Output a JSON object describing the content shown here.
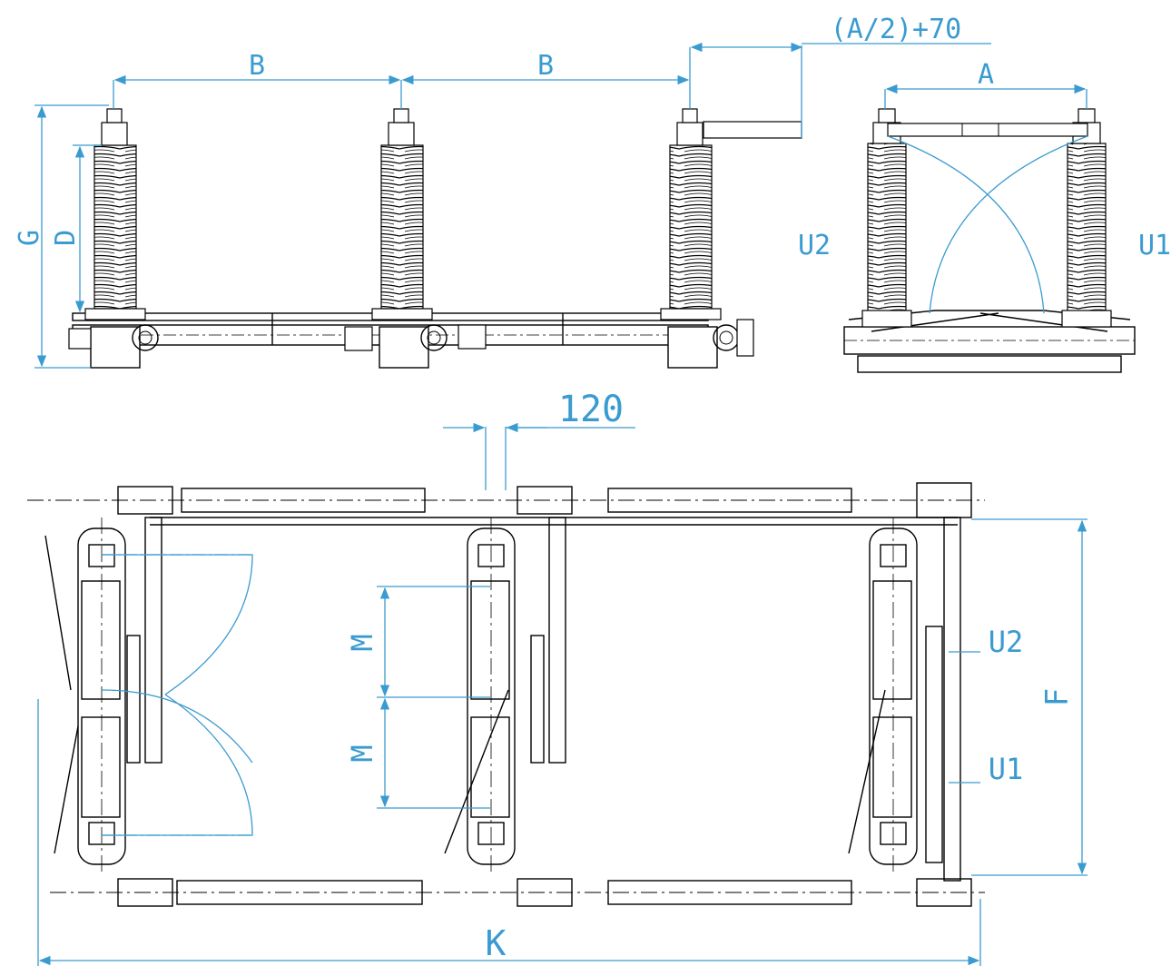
{
  "colors": {
    "structure": "#000000",
    "dimension": "#3a9bd0",
    "background": "#ffffff"
  },
  "side_view": {
    "dim_b_left": "B",
    "dim_b_right": "B",
    "dim_offset": "(A/2)+70",
    "dim_g": "G",
    "dim_d": "D"
  },
  "end_view": {
    "dim_a": "A",
    "label_u2": "U2",
    "label_u1": "U1"
  },
  "plan_view": {
    "dim_120": "120",
    "dim_m_upper": "M",
    "dim_m_lower": "M",
    "dim_f": "F",
    "label_u2": "U2",
    "label_u1": "U1",
    "dim_k": "K"
  }
}
